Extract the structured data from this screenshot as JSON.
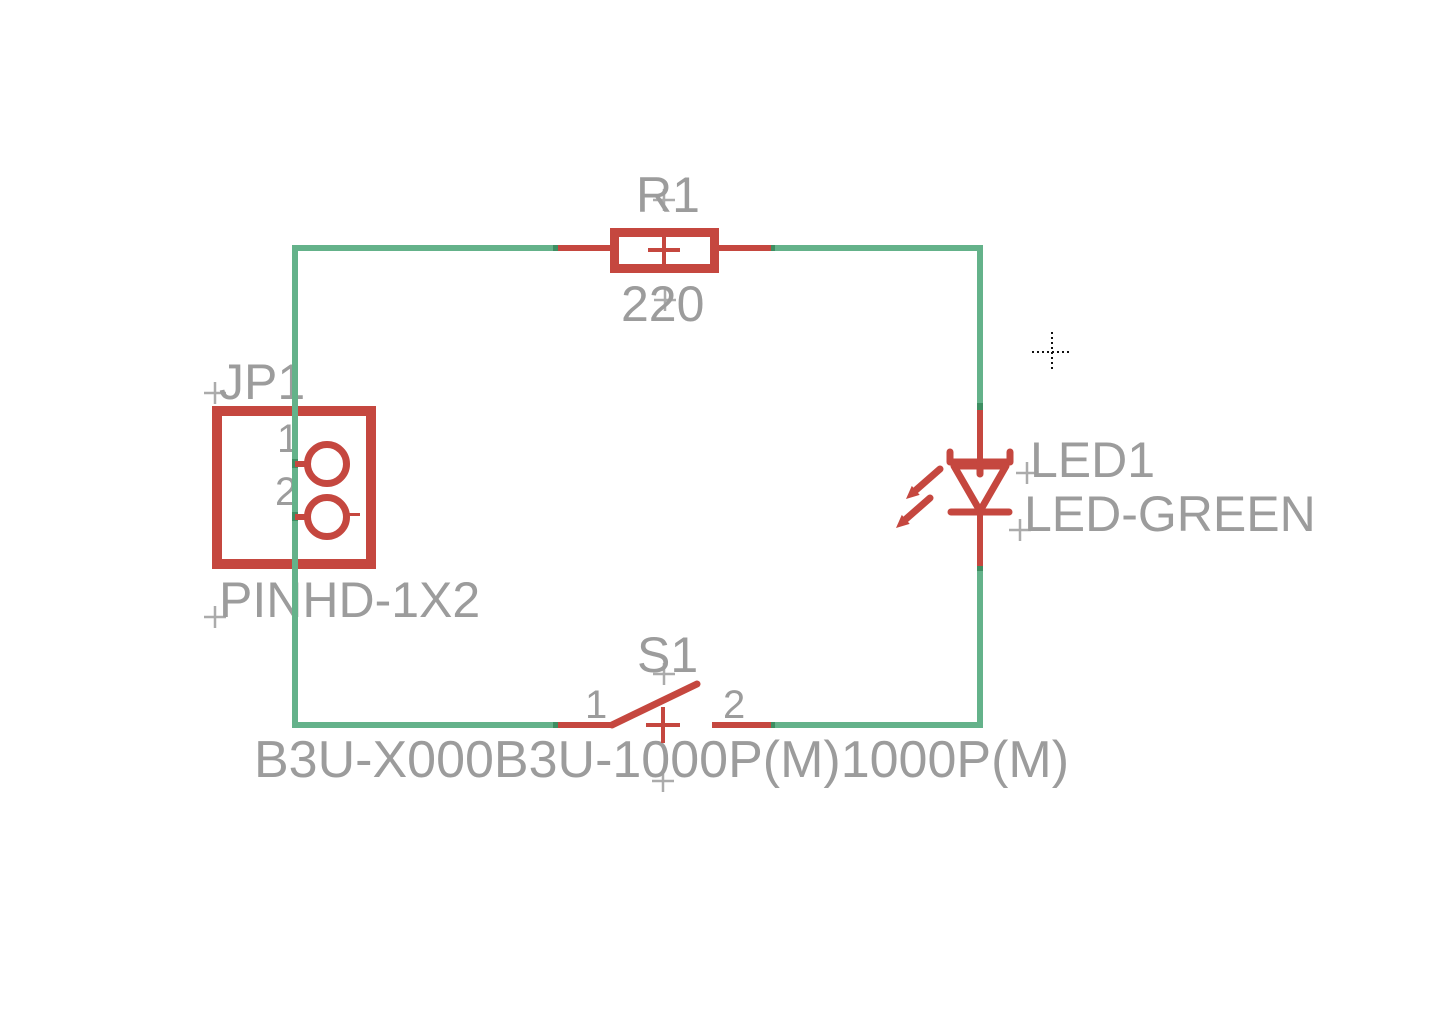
{
  "colors": {
    "wire": "#64B28A",
    "junction": "#3E8E62",
    "symbol": "#C5473F",
    "label": "#9C9C9C",
    "marker": "#ABABAB",
    "cursor": "#111111",
    "background": "#FFFFFF"
  },
  "icons": {
    "cursor": "dotted-crosshair-cursor",
    "emission": "led-light-emission-arrows"
  },
  "components": {
    "resistor": {
      "designator": "R1",
      "value": "220"
    },
    "header": {
      "designator": "JP1",
      "value": "PINHD-1X2",
      "pin1": "1",
      "pin2": "2"
    },
    "led": {
      "designator": "LED1",
      "value": "LED-GREEN"
    },
    "switch": {
      "designator": "S1",
      "value": "B3U-X000B3U-1000P(M)1000P(M)",
      "pin1": "1",
      "pin2": "2"
    }
  }
}
